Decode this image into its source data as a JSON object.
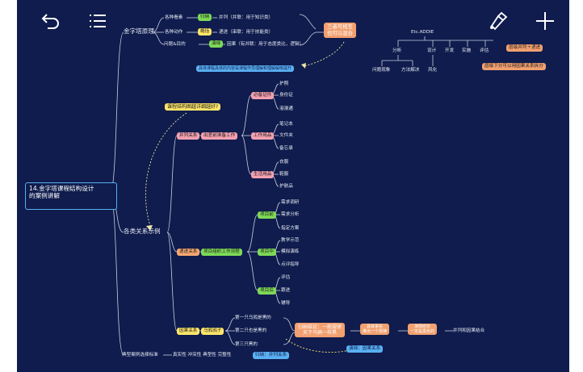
{
  "toolbar": {
    "undo_icon": "undo-arrow-icon",
    "outline_icon": "list-icon",
    "style_icon": "paint-brush-icon",
    "add_icon": "plus-icon"
  },
  "colors": {
    "canvas": "#0f1c4d",
    "line": "#c9cfe0",
    "green": "#7ed957",
    "pink": "#f3a0b0",
    "orange": "#f6a772",
    "blue": "#5ab0f2",
    "yellow": "#ffe66b",
    "salmon": "#f2a070"
  },
  "root": {
    "line1": "14.金字塔课程结构设计",
    "line2": "的案例讲解"
  },
  "section1": {
    "title": "金字塔原理",
    "row1": {
      "label": "各种看素",
      "tag": "归纳",
      "desc": "并列（并联：用于知识类）"
    },
    "row2": {
      "label": "各种动作",
      "tag": "概括",
      "desc": "递进（串联：用于技能类）"
    },
    "row3": {
      "label": "问题&目的",
      "tag": "演绎",
      "desc": "因果（有并联：用于态度类比，逻辑）"
    },
    "callout": {
      "line1": "三者可相互",
      "line2": "也可以混合"
    },
    "etc": "Etc.ADDIE",
    "branches": [
      "分析",
      "设计",
      "开发",
      "实施",
      "评估"
    ],
    "leaves": [
      "问题现象",
      "方法解决",
      "风化"
    ],
    "note1": "层级并列＋递进",
    "note2": "层级下分可以用因果关系拆分"
  },
  "banner": "具体课程具体的内容是课程作员理解和理解解练提升",
  "question": "课程结构图越详细越好?",
  "section2": {
    "title": "各类关系示例",
    "parallel": {
      "tag": "并列关系",
      "hub": "出差前准备工作",
      "groups": [
        {
          "label": "必备证件",
          "items": [
            "护照",
            "身份证",
            "港澳通"
          ]
        },
        {
          "label": "工作用品",
          "items": [
            "笔记本",
            "文件夹",
            "备忘录"
          ]
        },
        {
          "label": "生活用品",
          "items": [
            "衣服",
            "鞋服",
            "护肤品"
          ]
        }
      ]
    },
    "sequence": {
      "tag": "递进关系",
      "hub": "项目组织工作流程",
      "groups": [
        {
          "label": "项目前",
          "items": [
            "需求调研",
            "需求分析",
            "指定方案"
          ]
        },
        {
          "label": "项目中",
          "items": [
            "教学示范",
            "模拟演练",
            "点评指导"
          ]
        },
        {
          "label": "项目后",
          "items": [
            "评估",
            "跟进",
            "辅导"
          ]
        }
      ]
    },
    "causal": {
      "tag": "因果关系",
      "hub": "乌鸦鸦子",
      "items": [
        "第一只乌鸦是黑的",
        "第二只也是黑的",
        "第三只黑的"
      ]
    },
    "conclusion": {
      "line1": "归纳结论：一般规律",
      "line2": "天下乌鸦一样黑"
    },
    "deduce": {
      "line1": "具体事实",
      "line2": "推出一个规律"
    },
    "deduce2": {
      "line1": "演绎结论",
      "line2": "一定是黑色的"
    },
    "combine": "并列和因果结合",
    "deduce_tag": "演绎：因果关系",
    "induce_tag": "归纳：并列关系"
  },
  "section3": {
    "title": "典型案例选择标准",
    "desc": "真实性 冲突性 典型性 完整性"
  }
}
